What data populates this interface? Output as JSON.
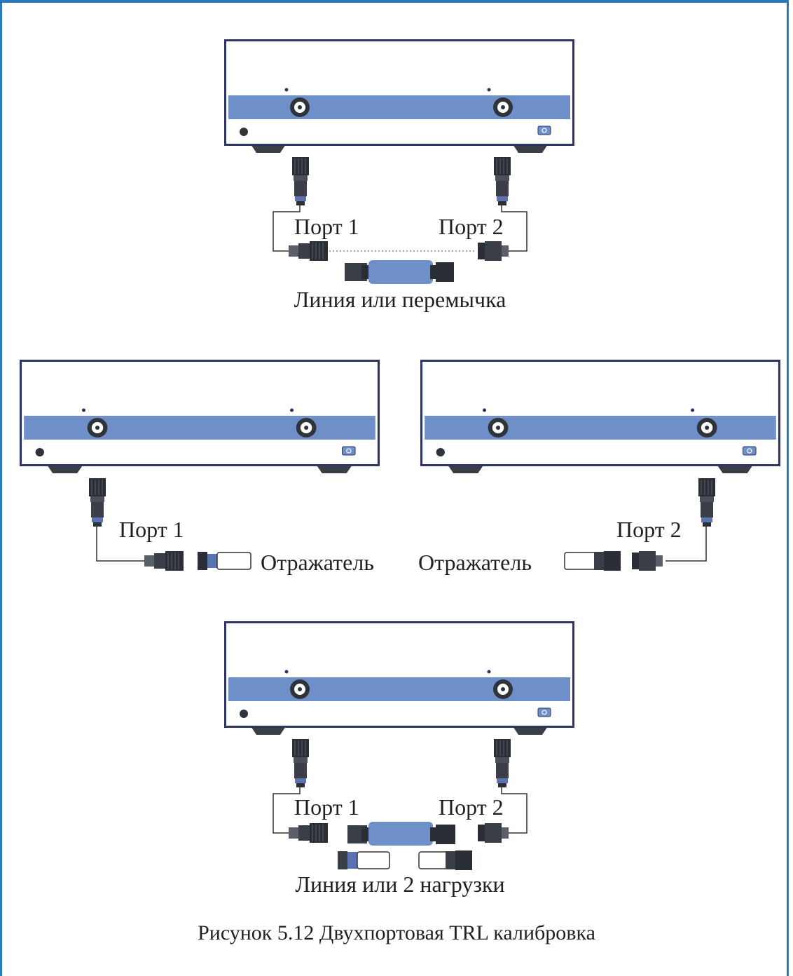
{
  "colors": {
    "frame": "#2a7ab8",
    "device_band": "#6f8fc9",
    "device_border": "#2e3563",
    "connector": "#333840",
    "line_body": "#6f8fc9",
    "dotted": "#888888"
  },
  "labels": {
    "port1": "Порт 1",
    "port2": "Порт 2",
    "line_or_thru": "Линия или перемычка",
    "reflect": "Отражатель",
    "line_or_loads": "Линия или 2 нагрузки"
  },
  "caption": "Рисунок 5.12 Двухпортовая TRL калибровка",
  "icons": [
    "power-button-icon",
    "coax-port-icon",
    "connector-icon",
    "load-icon"
  ]
}
